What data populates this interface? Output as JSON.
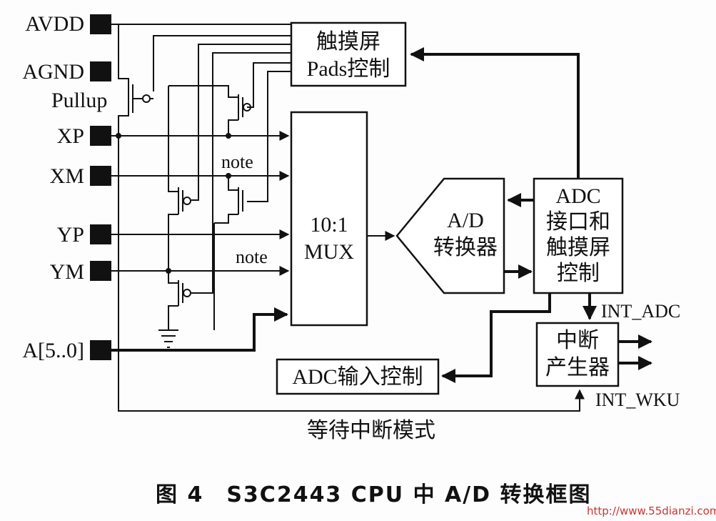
{
  "pins": {
    "avdd": "AVDD",
    "agnd": "AGND",
    "pullup": "Pullup",
    "xp": "XP",
    "xm": "XM",
    "yp": "YP",
    "ym": "YM",
    "a": "A[5..0]"
  },
  "notes": {
    "note1": "note",
    "note2": "note"
  },
  "blocks": {
    "pads_line1": "触摸屏",
    "pads_line2": "Pads控制",
    "mux_line1": "10:1",
    "mux_line2": "MUX",
    "ad_line1": "A/D",
    "ad_line2": "转换器",
    "adc_line1": "ADC",
    "adc_line2": "接口和",
    "adc_line3": "触摸屏",
    "adc_line4": "控制",
    "int_line1": "中断",
    "int_line2": "产生器",
    "adc_input": "ADC输入控制"
  },
  "signals": {
    "int_adc": "INT_ADC",
    "int_wku": "INT_WKU",
    "wait_mode": "等待中断模式"
  },
  "caption": "图 4　S3C2443 CPU 中 A/D 转换框图",
  "watermark": "http://www.55dianzi.com"
}
